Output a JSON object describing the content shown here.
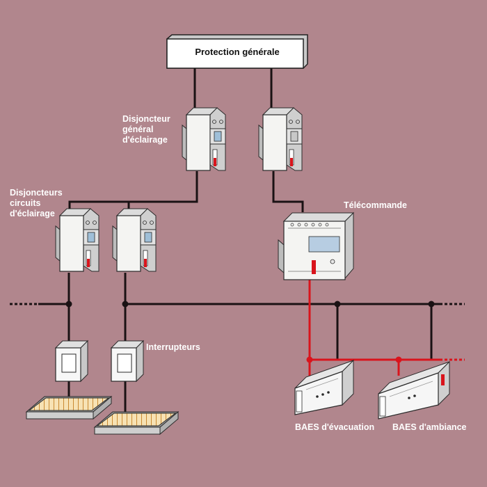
{
  "labels": {
    "protection": "Protection générale",
    "main_breaker": [
      "Disjoncteur",
      "général",
      "d'éclairage"
    ],
    "circuit_breakers": [
      "Disjoncteurs",
      "circuits",
      "d'éclairage"
    ],
    "remote_control": "Télécommande",
    "switches": "Interrupteurs",
    "baes_evac": "BAES d'évacuation",
    "baes_amb": "BAES d'ambiance"
  },
  "colors": {
    "background": "#b1868d",
    "wire": "#1a1214",
    "control_wire": "#d9141c",
    "device": "#f4f4f2",
    "outline": "#2a2a2a"
  }
}
